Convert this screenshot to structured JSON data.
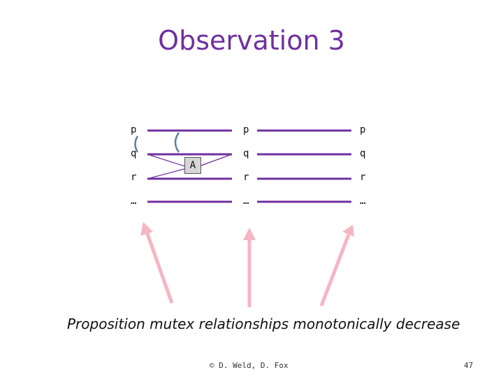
{
  "title": "Observation 3",
  "levels": [
    {
      "labels": [
        "p",
        "q",
        "r",
        "…"
      ]
    },
    {
      "labels": [
        "p",
        "q",
        "r",
        "…"
      ]
    },
    {
      "labels": [
        "p",
        "q",
        "r",
        "…"
      ]
    }
  ],
  "action_label": "A",
  "caption": "Proposition mutex relationships monotonically decrease",
  "footer": {
    "credit": "© D. Weld, D. Fox",
    "page": "47"
  },
  "colors": {
    "title": "#7030a0",
    "edges": "#7030a0",
    "mutex_arcs": "#5b7fa8",
    "arrows": "#f4b6c2"
  }
}
